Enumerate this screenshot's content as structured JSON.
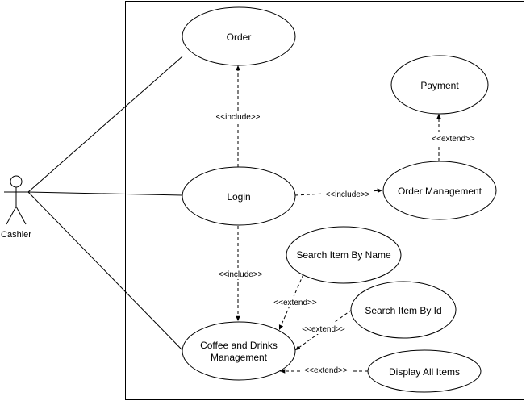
{
  "actor": {
    "label": "Cashier"
  },
  "use_cases": {
    "order": "Order",
    "payment": "Payment",
    "login": "Login",
    "order_management": "Order Management",
    "search_by_name": "Search Item By Name",
    "search_by_id": "Search Item By Id",
    "coffee_mgmt_line1": "Coffee and Drinks",
    "coffee_mgmt_line2": "Management",
    "display_all": "Display All Items"
  },
  "relations": {
    "login_order": "<<include>>",
    "login_order_mgmt": "<<include>>",
    "order_mgmt_payment": "<<extend>>",
    "login_coffee": "<<include>>",
    "search_name_coffee": "<<extend>>",
    "search_id_coffee": "<<extend>>",
    "display_all_coffee": "<<extend>>"
  }
}
